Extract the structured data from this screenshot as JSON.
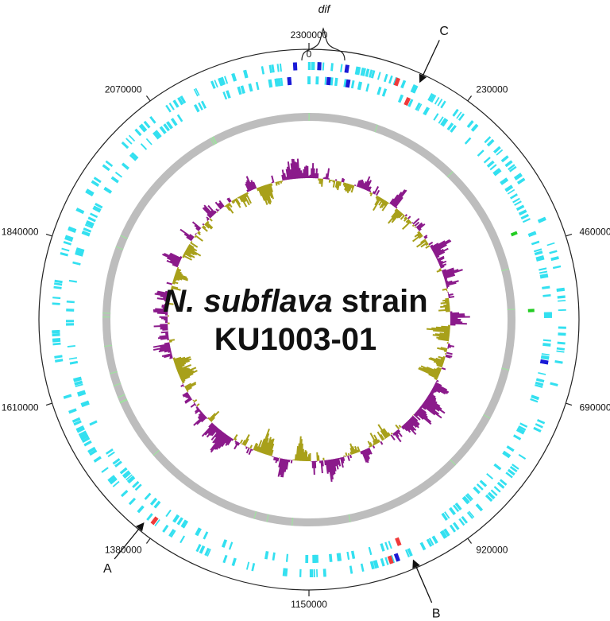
{
  "title": {
    "line1_italic": "N. subflava",
    "line1_rest": " strain",
    "line2": "KU1003-01"
  },
  "scale": {
    "genome_length": 2300000,
    "zero_label": "0",
    "ticks": [
      {
        "value": 230000,
        "label": "230000"
      },
      {
        "value": 460000,
        "label": "460000"
      },
      {
        "value": 690000,
        "label": "690000"
      },
      {
        "value": 920000,
        "label": "920000"
      },
      {
        "value": 1150000,
        "label": "1150000"
      },
      {
        "value": 1380000,
        "label": "1380000"
      },
      {
        "value": 1610000,
        "label": "1610000"
      },
      {
        "value": 1840000,
        "label": "1840000"
      },
      {
        "value": 2070000,
        "label": "2070000"
      },
      {
        "value": 2300000,
        "label": "2300000"
      }
    ]
  },
  "dif_label": "dif",
  "markers": [
    {
      "label": "A",
      "position": 1400000
    },
    {
      "label": "B",
      "position": 1000000
    },
    {
      "label": "C",
      "position": 160000
    }
  ],
  "colors": {
    "axis": "#222222",
    "cds_forward": "#33e0f0",
    "cds_reverse": "#33e0f0",
    "blue_feature": "#1a1ad6",
    "red_feature": "#f03a3a",
    "green_feature": "#22cc22",
    "backbone": "#bdbdbd",
    "gc_positive": "#8b1a8b",
    "gc_negative": "#a8a01a"
  },
  "features": {
    "blue": [
      {
        "ring": "outer",
        "position": 15000
      },
      {
        "ring": "outer",
        "position": 55000
      },
      {
        "ring": "inner",
        "position": 30000
      },
      {
        "ring": "inner",
        "position": 60000
      },
      {
        "ring": "inner",
        "position": 2270000
      },
      {
        "ring": "outer",
        "position": 2280000
      },
      {
        "ring": "inner",
        "position": 640000
      },
      {
        "ring": "outer",
        "position": 1020000
      }
    ],
    "red": [
      {
        "ring": "outer",
        "position": 130000
      },
      {
        "ring": "inner",
        "position": 155000
      },
      {
        "ring": "outer",
        "position": 1390000
      },
      {
        "ring": "outer",
        "position": 1030000
      },
      {
        "ring": "inner",
        "position": 1010000
      }
    ],
    "green": [
      {
        "position": 430000
      },
      {
        "position": 560000
      }
    ]
  }
}
